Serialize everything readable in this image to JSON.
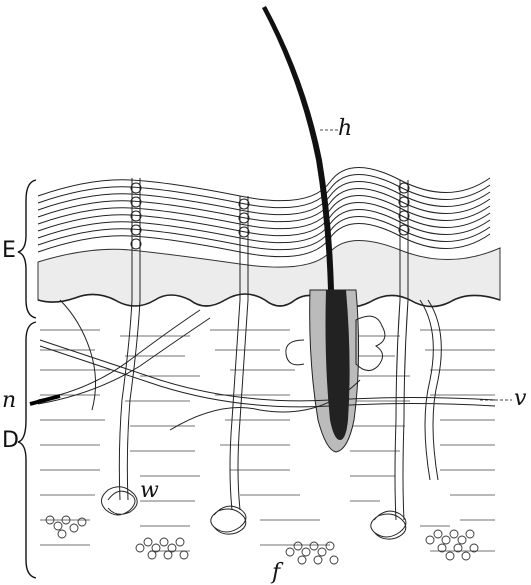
{
  "labels": {
    "epidermis": "E",
    "dermis": "D",
    "hair": "h",
    "nerve": "n",
    "vessel": "v",
    "sweat_gland": "w",
    "fat": "f"
  },
  "colors": {
    "ink": "#111111",
    "paper": "#ffffff"
  }
}
